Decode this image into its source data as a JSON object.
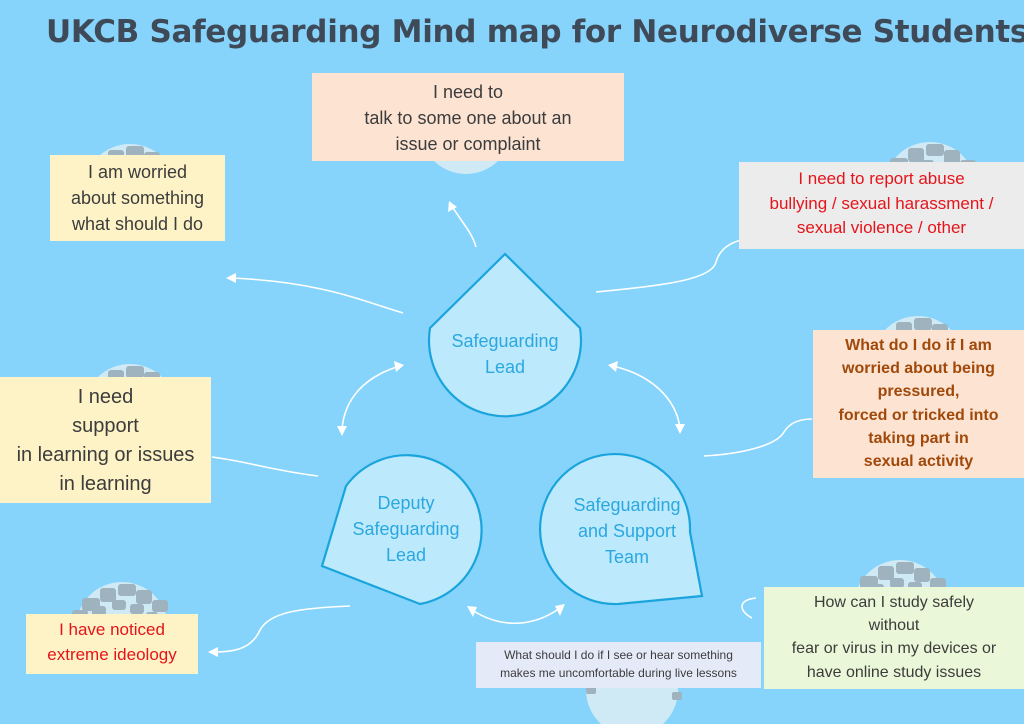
{
  "title": "UKCB Safeguarding Mind map for Neurodiverse Students",
  "colors": {
    "background": "#86d4fb",
    "node_fill": "#bde9fd",
    "node_stroke": "#1aa4dc",
    "node_text": "#2aa8df",
    "peach_box": "#fde3d2",
    "yellow_box": "#fef3c6",
    "grey_box": "#ececec",
    "green_box": "#eaf7d8",
    "lavender_box": "#e4eaf7",
    "red_text": "#e5141b",
    "brown_text": "#a0490a",
    "dark_text": "#3c3c3c"
  },
  "nodes": {
    "safeguarding_lead": {
      "lines": [
        "Safeguarding",
        "Lead"
      ]
    },
    "deputy_lead": {
      "lines": [
        "Deputy",
        "Safeguarding",
        "Lead"
      ]
    },
    "support_team": {
      "lines": [
        "Safeguarding",
        "and Support",
        "Team"
      ]
    }
  },
  "boxes": {
    "talk_to_someone": {
      "lines": [
        "I need to",
        "talk to some one about an",
        "issue or complaint"
      ]
    },
    "worried": {
      "lines": [
        "I am worried",
        "about something",
        "what should I do"
      ]
    },
    "report_abuse": {
      "lines": [
        "I need to report abuse",
        "bullying / sexual harassment /",
        "sexual violence / other"
      ]
    },
    "pressured": {
      "lines": [
        "What do I do if I am",
        "worried about being",
        "pressured,",
        "forced or tricked into",
        "taking part in",
        "sexual activity"
      ]
    },
    "learning_support": {
      "lines": [
        "I need",
        "support",
        "in learning or issues",
        "in learning"
      ]
    },
    "ideology": {
      "lines": [
        "I have noticed",
        "extreme ideology"
      ]
    },
    "live_lessons": {
      "lines": [
        "What should I do if I see or hear something",
        "makes me uncomfortable during live lessons"
      ]
    },
    "study_safely": {
      "lines": [
        "How can I study safely",
        "without",
        "fear or virus in my devices or",
        "have online study issues"
      ]
    }
  }
}
